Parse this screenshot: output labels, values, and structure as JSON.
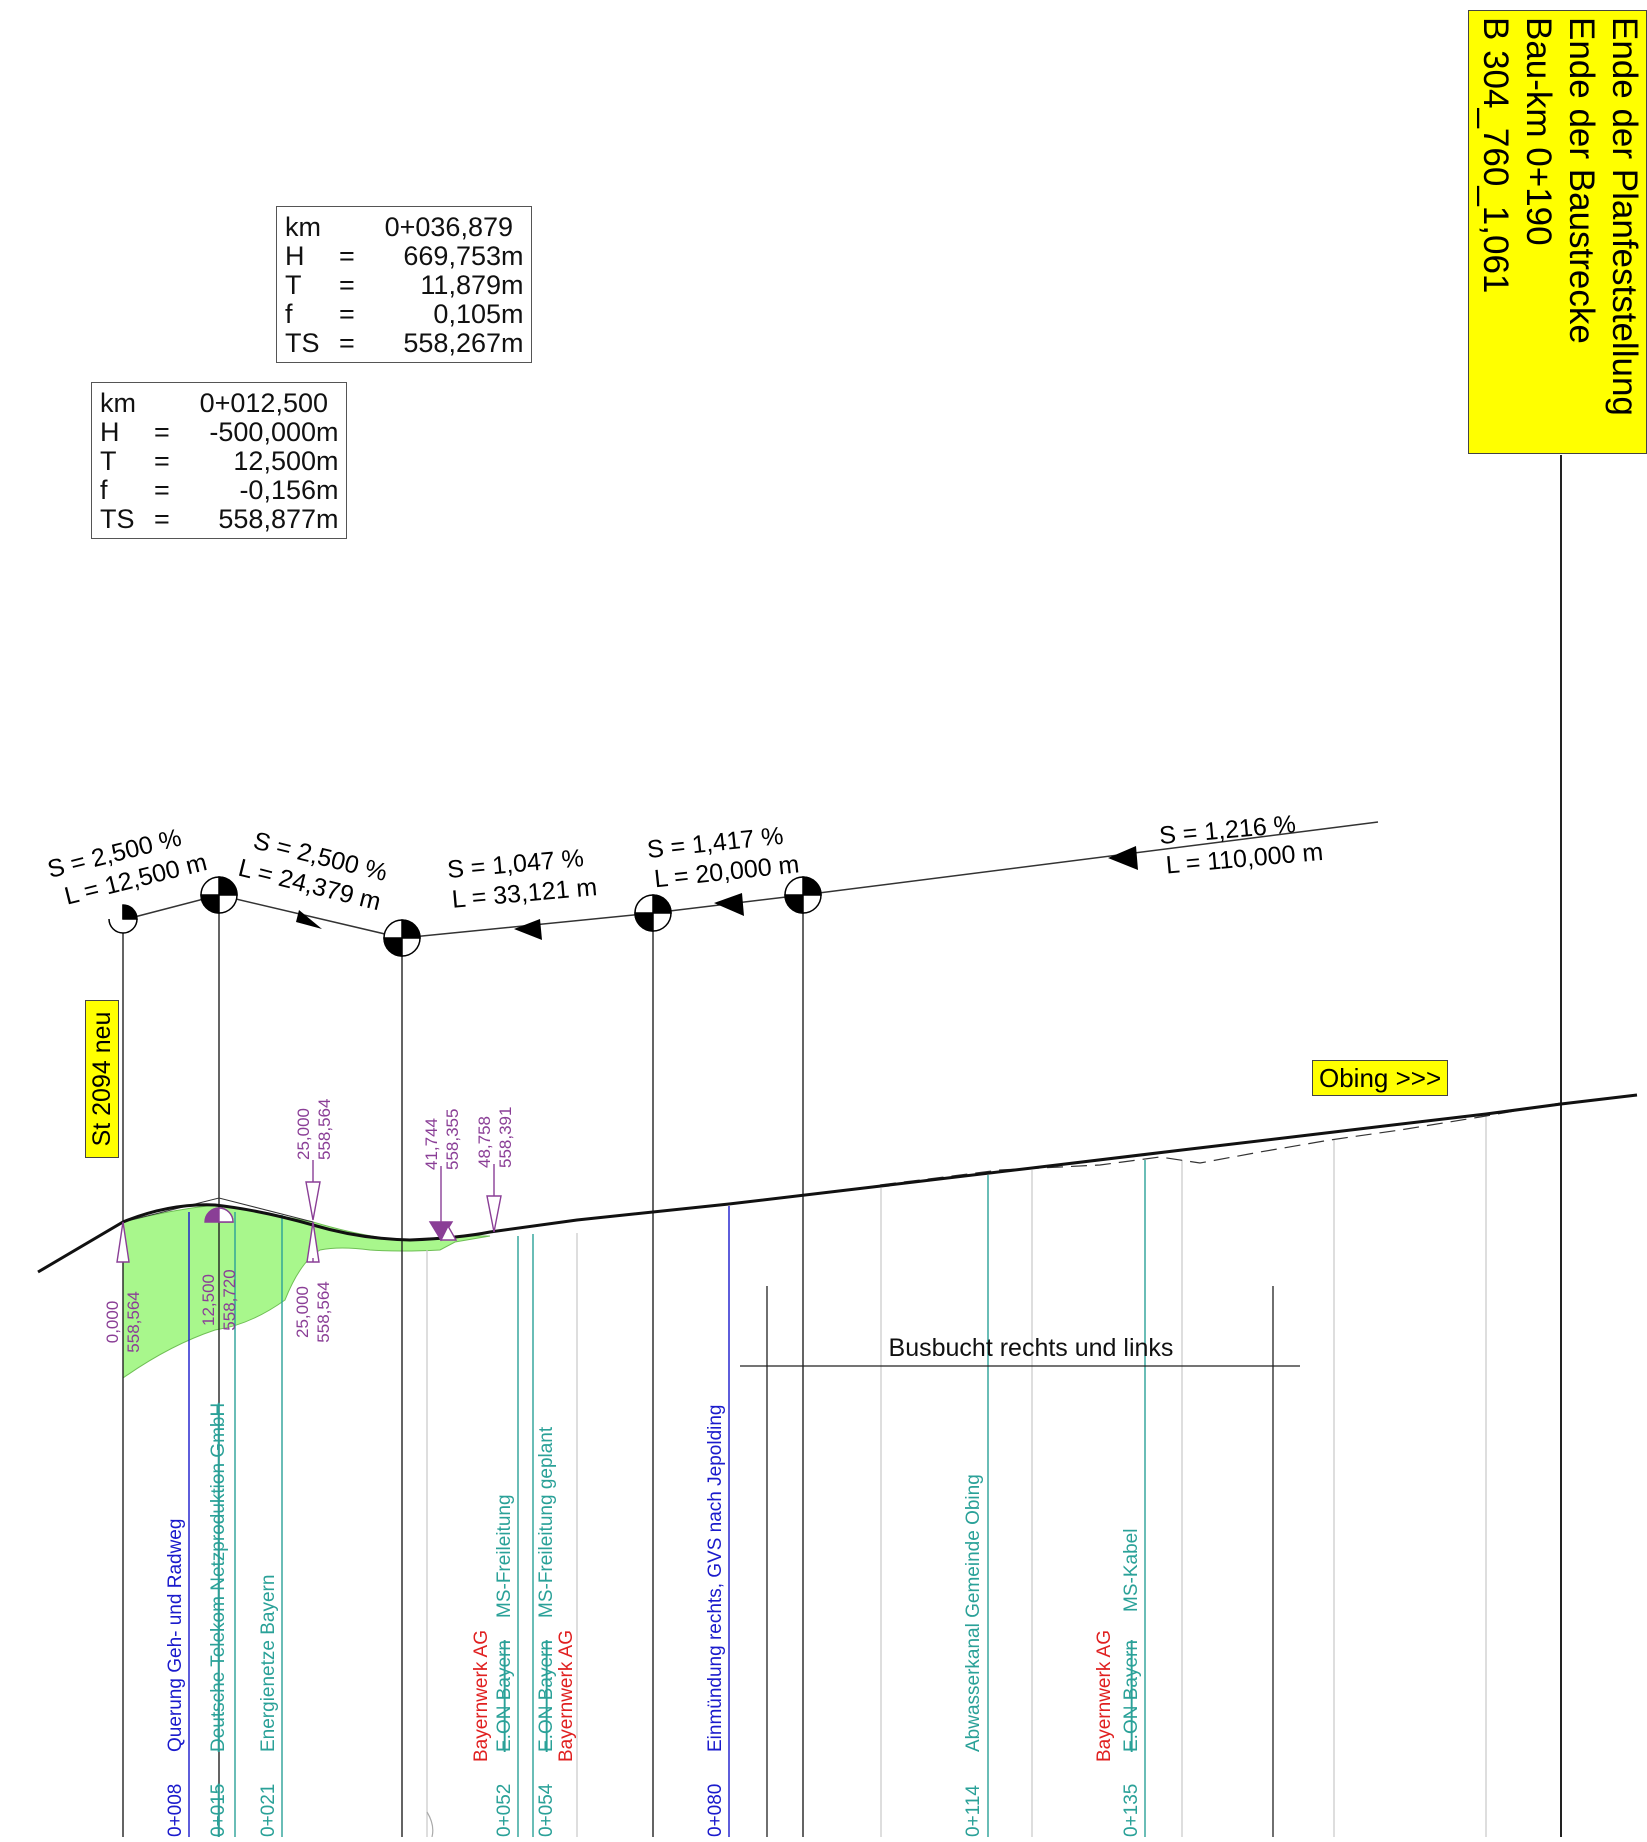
{
  "end_box": {
    "lines": [
      "Ende der Planfeststellung",
      "Ende der Baustrecke",
      "Bau-km 0+190",
      "B 304_760_1,061"
    ]
  },
  "curve_box_1": {
    "km_label": "km",
    "km_value": "0+036,879",
    "rows": [
      {
        "key": "H",
        "eq": "=",
        "value": "669,753",
        "unit": "m"
      },
      {
        "key": "T",
        "eq": "=",
        "value": "11,879",
        "unit": "m"
      },
      {
        "key": "f",
        "eq": "=",
        "value": "0,105",
        "unit": "m"
      },
      {
        "key": "TS",
        "eq": "=",
        "value": "558,267",
        "unit": "m"
      }
    ]
  },
  "curve_box_2": {
    "km_label": "km",
    "km_value": "0+012,500",
    "rows": [
      {
        "key": "H",
        "eq": "=",
        "value": "-500,000",
        "unit": "m"
      },
      {
        "key": "T",
        "eq": "=",
        "value": "12,500",
        "unit": "m"
      },
      {
        "key": "f",
        "eq": "=",
        "value": "-0,156",
        "unit": "m"
      },
      {
        "key": "TS",
        "eq": "=",
        "value": "558,877",
        "unit": "m"
      }
    ]
  },
  "gradients": [
    {
      "s": "S = 2,500 %",
      "l": "L = 12,500 m"
    },
    {
      "s": "S = 2,500 %",
      "l": "L = 24,379 m"
    },
    {
      "s": "S = 1,047 %",
      "l": "L = 33,121 m"
    },
    {
      "s": "S = 1,417 %",
      "l": "L = 20,000 m"
    },
    {
      "s": "S = 1,216 %",
      "l": "L = 110,000 m"
    }
  ],
  "st_label": "St 2094 neu",
  "obing_label": "Obing >>>",
  "busbucht_label": "Busbucht rechts und links",
  "levels_upper": [
    {
      "station": "25,000",
      "height": "558,564"
    },
    {
      "station": "41,744",
      "height": "558,355"
    },
    {
      "station": "48,758",
      "height": "558,391"
    }
  ],
  "levels_lower": [
    {
      "station": "0,000",
      "height": "558,564"
    },
    {
      "station": "12,500",
      "height": "558,720"
    },
    {
      "station": "25,000",
      "height": "558,564"
    }
  ],
  "utilities": [
    {
      "label": "Querung Geh- und Radweg",
      "color": "#1a1acc",
      "strike": false,
      "km": "0+008"
    },
    {
      "label": "Deutsche Telekom Netzproduktion GmbH",
      "color": "#2aa198",
      "strike": true,
      "km": "0+015"
    },
    {
      "label": "Energienetze Bayern",
      "color": "#2aa198",
      "strike": false,
      "km": "0+021"
    },
    {
      "label": "MS-Freileitung",
      "color": "#2aa198",
      "strike": false,
      "km": "0+052"
    },
    {
      "label": "E.ON Bayern",
      "color": "#2aa198",
      "strike": true,
      "km": ""
    },
    {
      "label": "Bayernwerk AG",
      "color": "#e02020",
      "strike": false,
      "km": ""
    },
    {
      "label": "MS-Freileitung geplant",
      "color": "#2aa198",
      "strike": false,
      "km": "0+054"
    },
    {
      "label": "E.ON Bayern",
      "color": "#2aa198",
      "strike": true,
      "km": ""
    },
    {
      "label": "Bayernwerk AG",
      "color": "#e02020",
      "strike": false,
      "km": ""
    },
    {
      "label": "Einmündung rechts, GVS nach Jepolding",
      "color": "#1a1acc",
      "strike": false,
      "km": "0+080"
    },
    {
      "label": "Abwasserkanal Gemeinde Obing",
      "color": "#2aa198",
      "strike": false,
      "km": "0+114"
    },
    {
      "label": "MS-Kabel",
      "color": "#2aa198",
      "strike": false,
      "km": "0+135"
    },
    {
      "label": "E.ON Bayern",
      "color": "#2aa198",
      "strike": true,
      "km": ""
    },
    {
      "label": "Bayernwerk AG",
      "color": "#e02020",
      "strike": false,
      "km": ""
    }
  ],
  "colors": {
    "fill": "#a8f78c",
    "magenta": "#8a3e96",
    "teal": "#2aa198",
    "blue": "#1a1acc",
    "red": "#e02020",
    "yellow": "#ffff00"
  }
}
